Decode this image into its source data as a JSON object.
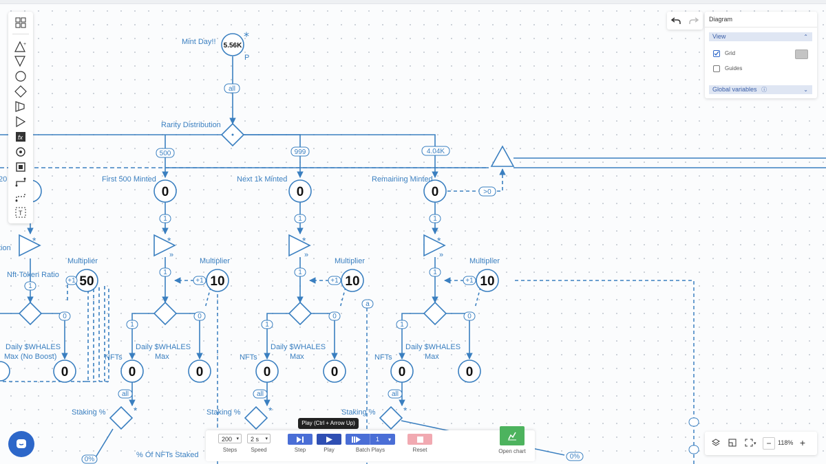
{
  "diagram": {
    "top_node": {
      "label": "Mint Day!!",
      "value": "5.56K",
      "marker": "P"
    },
    "top_edge": "all",
    "distribution": {
      "label": "Rarity Distribution",
      "edges": [
        "500",
        "999",
        "4.04K"
      ]
    },
    "columns": [
      {
        "pool_label": "First 500 Minted",
        "pool_value": "0",
        "gate_edge": "1",
        "edge_after": "1",
        "multiplier_label": "Multiplier",
        "multiplier_value": "10",
        "mult_edge": "+1",
        "branch_left": "1",
        "branch_right": "0",
        "left_label": "NFTs",
        "left_value": "0",
        "right_label_1": "Daily $WHALES",
        "right_label_2": "Max",
        "right_value": "0",
        "all_edge": "all",
        "staking_label": "Staking %"
      },
      {
        "pool_label": "Next 1k Minted",
        "pool_value": "0",
        "gate_edge": "1",
        "edge_after": "1",
        "multiplier_label": "Multiplier",
        "multiplier_value": "10",
        "mult_edge": "+1",
        "branch_left": "1",
        "branch_right": "0",
        "left_label": "NFTs",
        "left_value": "0",
        "right_label_1": "Daily $WHALES",
        "right_label_2": "Max",
        "right_value": "0",
        "all_edge": "all",
        "staking_label": "Staking %"
      },
      {
        "pool_label": "Remaining Minted",
        "pool_value": "0",
        "gate_edge": "1",
        "edge_after": "1",
        "multiplier_label": "Multiplier",
        "multiplier_value": "10",
        "mult_edge": "+1",
        "branch_left": "1",
        "branch_right": "0",
        "left_label": "NFTs",
        "left_value": "0",
        "right_label_1": "Daily $WHALES",
        "right_label_2": "Max",
        "right_value": "0",
        "all_edge": "all",
        "staking_label": "Staking %"
      }
    ],
    "left_partial": {
      "label_20": "20",
      "tion": "tion",
      "ratio_label": "Nft-Token Ratio",
      "multiplier_label": "Multiplier",
      "multiplier_value": "50",
      "edge_1": "1",
      "edge_0": "0",
      "plus1": "+1",
      "max_label_1": "Daily $WHALES",
      "max_label_2": "Max (No Boost)",
      "max_value": "0",
      "pct": "0%"
    },
    "remaining_gt": ">0",
    "edge_a": "a",
    "pct_nfts_staked": "% Of NFTs Staked",
    "bottom_right_pct": "0%"
  },
  "undo": {
    "undo_icon": "undo-icon",
    "redo_icon": "redo-icon"
  },
  "panel": {
    "title": "Diagram",
    "view_section": "View",
    "grid_label": "Grid",
    "grid_checked": true,
    "guides_label": "Guides",
    "guides_checked": false,
    "global_vars": "Global variables"
  },
  "playbar": {
    "steps_value": "200",
    "steps_label": "Steps",
    "speed_value": "2 s",
    "speed_label": "Speed",
    "step_label": "Step",
    "play_label": "Play",
    "batch_label": "Batch Plays",
    "batch_value": "1",
    "reset_label": "Reset",
    "open_chart_label": "Open chart",
    "tooltip": "Play (Ctrl + Arrow Up)"
  },
  "zoom": {
    "level": "118%",
    "minus": "−",
    "plus": "+"
  },
  "colors": {
    "diagram": "#3a7fc0",
    "play": "#2f4fb3",
    "reset": "#f1a9b1",
    "chart": "#4db35e",
    "chat": "#2d67c9"
  }
}
